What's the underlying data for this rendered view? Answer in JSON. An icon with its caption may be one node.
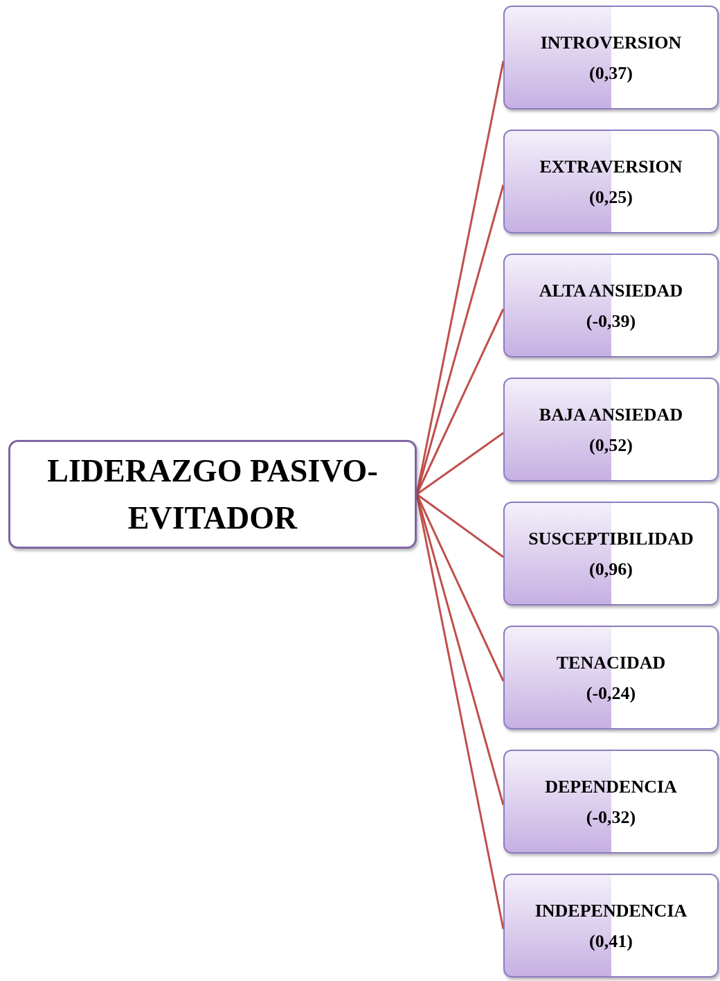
{
  "diagram": {
    "nodes": [
      {
        "text": [
          "LIDERAZGO PASIVO-EVITADOR"
        ]
      },
      {
        "text": [
          "INTROVERSION",
          "(0,37)"
        ]
      },
      {
        "text": [
          "EXTRAVERSION",
          "(0,25)"
        ]
      },
      {
        "text": [
          "ALTA ANSIEDAD",
          "(-0,39)"
        ]
      },
      {
        "text": [
          "BAJA ANSIEDAD",
          "(0,52)"
        ]
      },
      {
        "text": [
          "SUSCEPTIBILIDAD",
          "(0,96)"
        ]
      },
      {
        "text": [
          "TENACIDAD",
          "(-0,24)"
        ]
      },
      {
        "text": [
          "DEPENDENCIA",
          "(-0,32)"
        ]
      },
      {
        "text": [
          "INDEPENDENCIA",
          "(0,41)"
        ]
      }
    ],
    "edges": [
      {
        "from": 0,
        "to": 1,
        "arrow": "none"
      },
      {
        "from": 0,
        "to": 2,
        "arrow": "none"
      },
      {
        "from": 0,
        "to": 3,
        "arrow": "none"
      },
      {
        "from": 0,
        "to": 4,
        "arrow": "none"
      },
      {
        "from": 0,
        "to": 5,
        "arrow": "none"
      },
      {
        "from": 0,
        "to": 6,
        "arrow": "none"
      },
      {
        "from": 0,
        "to": 7,
        "arrow": "none"
      },
      {
        "from": 0,
        "to": 8,
        "arrow": "none"
      }
    ]
  }
}
